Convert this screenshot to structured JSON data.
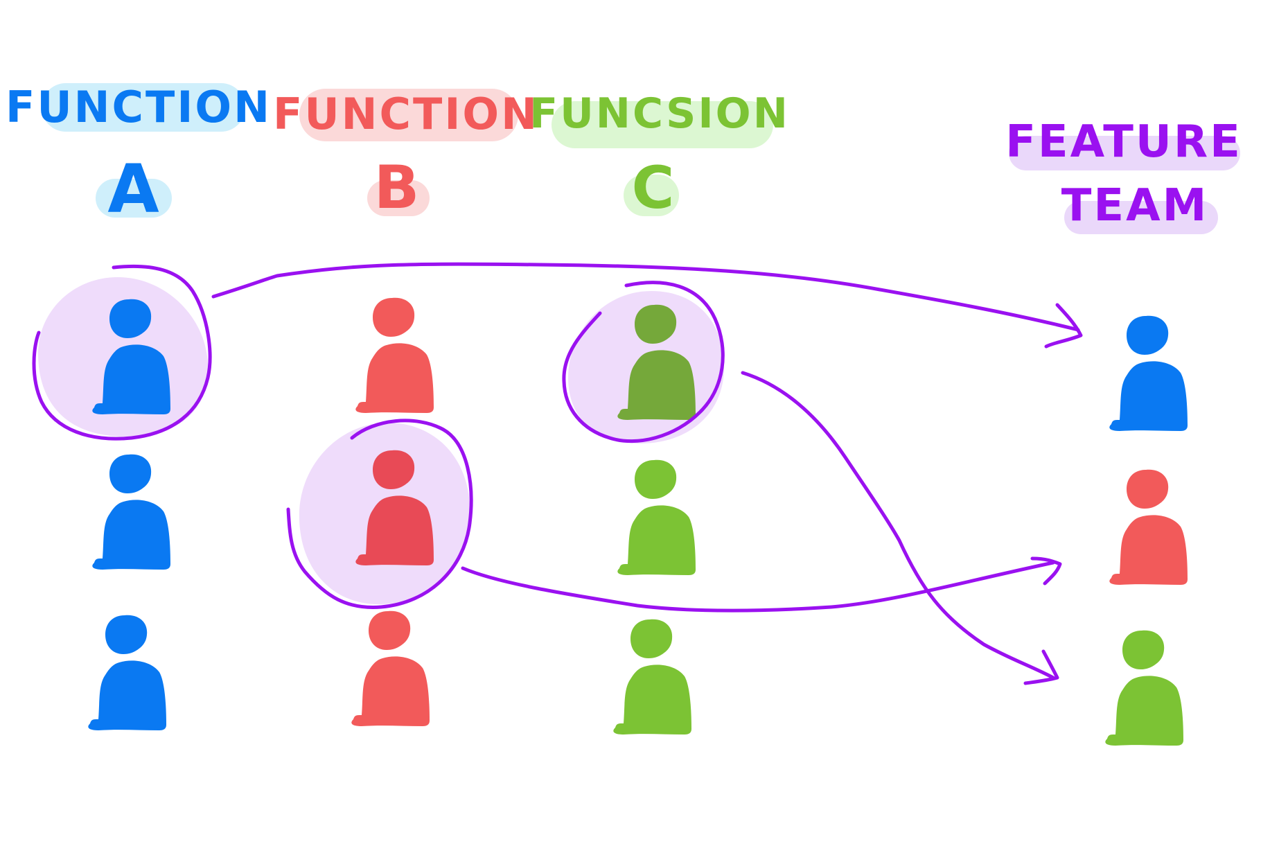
{
  "colors": {
    "function_a": "#0a79f2",
    "function_a_highlight": "#cfeffb",
    "function_b": "#f25a5a",
    "function_b_highlight": "#fbd9d9",
    "function_c": "#7cc334",
    "function_c_highlight": "#dcf7d2",
    "feature_team": "#9a11f0",
    "feature_team_highlight": "#ead8fa",
    "selection_fill": "#efdcfb",
    "background": "#ffffff"
  },
  "columns": {
    "function_a": {
      "heading_word": "FUNCTION",
      "heading_letter": "A"
    },
    "function_b": {
      "heading_word": "FUNCTION",
      "heading_letter": "B"
    },
    "function_c": {
      "heading_word": "FUNCSION",
      "heading_letter": "C"
    },
    "feature_team": {
      "heading_line1": "FEATURE",
      "heading_line2": "TEAM"
    }
  },
  "icons": {
    "person": "person-icon",
    "arrow": "arrow-icon",
    "selection": "selection-circle"
  }
}
